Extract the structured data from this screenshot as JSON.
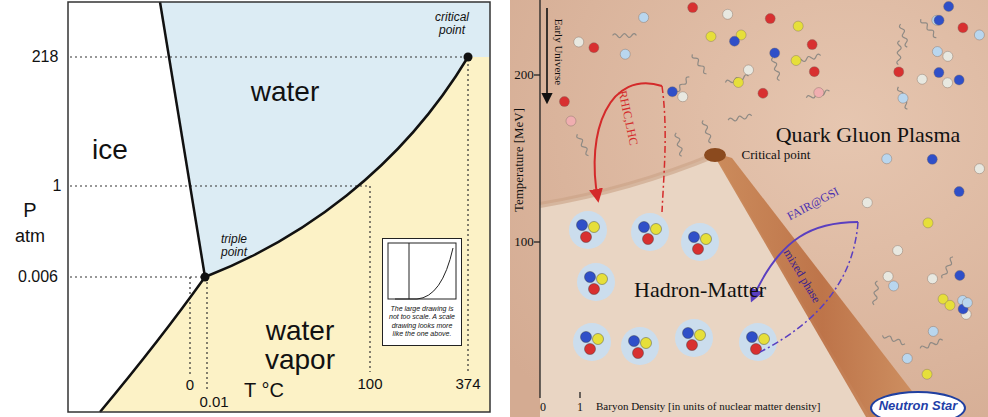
{
  "diagram": {
    "nodes": [
      {
        "text": [
          "The large drawing is not too scale. A scale drawing looks more like the one above."
        ]
      },
      {
        "text": [
          "Neutron Star"
        ]
      }
    ],
    "labels": [
      "218",
      "P",
      "atm",
      "1",
      "0.006",
      "ice",
      "water",
      "water vapor",
      "critical point",
      "triple point",
      "0",
      "0.01",
      "T °C",
      "100",
      "374",
      "Temperature [MeV]",
      "200",
      "100",
      "0",
      "1",
      "Baryon Density [in units of nuclear matter density]",
      "Early Universe",
      "RHIC,LHC",
      "Quark Gluon Plasma",
      "Critical point",
      "FAIR@GSI",
      "mixed phase",
      "Hadron-Matter"
    ]
  }
}
